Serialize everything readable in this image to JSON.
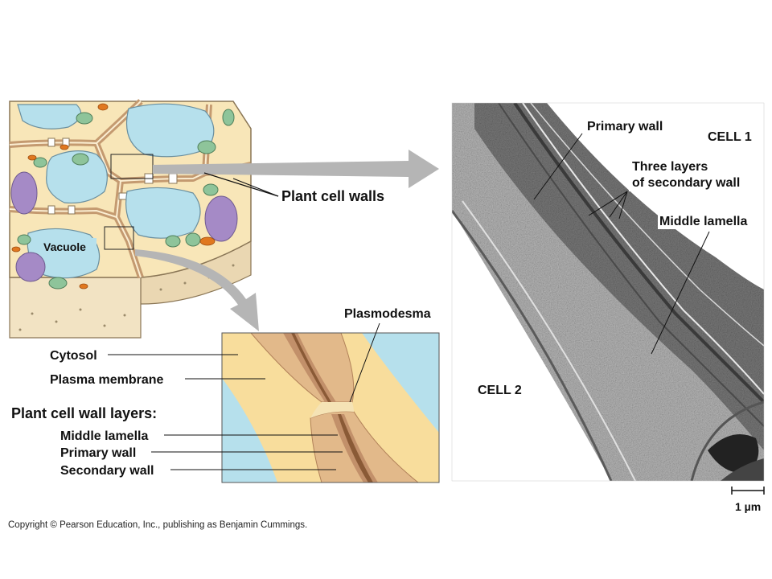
{
  "colors": {
    "cytosol": "#f8dd9c",
    "vacuole": "#b6e0ec",
    "wall": "#e2b98a",
    "wall_dark": "#c2906a",
    "lamella": "#f5e3b5",
    "chloroplast": "#8ec49a",
    "nucleus": "#a58ac6",
    "mitochondrion": "#e07820",
    "arrow": "#b5b5b5"
  },
  "tissue": {
    "vacuole_label": "Vacuole",
    "walls_label": "Plant cell walls"
  },
  "closeup": {
    "plasmodesma_label": "Plasmodesma",
    "cytosol_label": "Cytosol",
    "plasma_membrane_label": "Plasma membrane",
    "layers_heading": "Plant cell wall layers:",
    "middle_lamella_label": "Middle lamella",
    "primary_wall_label": "Primary wall",
    "secondary_wall_label": "Secondary wall"
  },
  "micrograph": {
    "primary_wall_label": "Primary wall",
    "cell1_label": "CELL 1",
    "three_layers_line1": "Three layers",
    "three_layers_line2": "of secondary wall",
    "middle_lamella_label": "Middle lamella",
    "cell2_label": "CELL 2",
    "scale_label": "1 µm"
  },
  "copyright": "Copyright © Pearson Education, Inc., publishing as Benjamin Cummings."
}
